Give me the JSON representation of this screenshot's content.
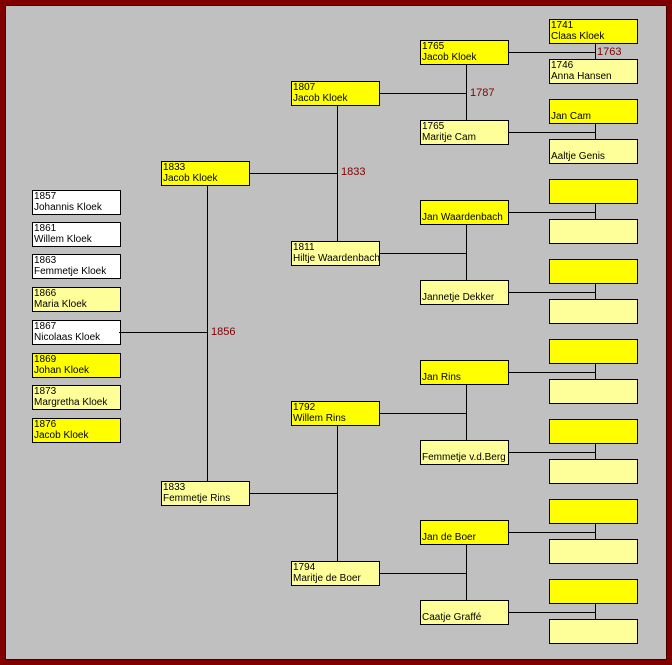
{
  "colors": {
    "male": "#ffff00",
    "female": "#ffff99",
    "other": "#ffffff",
    "marriage_year": "#800000",
    "frame": "#800000",
    "background": "#c0c0c0"
  },
  "children": [
    {
      "year": "1857",
      "name": "Johannis Kloek",
      "color": "other"
    },
    {
      "year": "1861",
      "name": "Willem Kloek",
      "color": "other"
    },
    {
      "year": "1863",
      "name": "Femmetje Kloek",
      "color": "other"
    },
    {
      "year": "1866",
      "name": "Maria Kloek",
      "color": "female"
    },
    {
      "year": "1867",
      "name": "Nicolaas Kloek",
      "color": "other"
    },
    {
      "year": "1869",
      "name": "Johan Kloek",
      "color": "male"
    },
    {
      "year": "1873",
      "name": "Margretha Kloek",
      "color": "female"
    },
    {
      "year": "1876",
      "name": "Jacob Kloek",
      "color": "male"
    }
  ],
  "parents": [
    {
      "year": "1833",
      "name": "Jacob Kloek",
      "color": "male"
    },
    {
      "year": "1833",
      "name": "Femmetje Rins",
      "color": "female"
    }
  ],
  "grandparents": [
    {
      "year": "1807",
      "name": "Jacob Kloek",
      "color": "male"
    },
    {
      "year": "1811",
      "name": "Hiltje Waardenbach",
      "color": "female"
    },
    {
      "year": "1792",
      "name": "Willem Rins",
      "color": "male"
    },
    {
      "year": "1794",
      "name": "Maritje de Boer",
      "color": "female"
    }
  ],
  "great_grandparents": [
    {
      "year": "1765",
      "name": "Jacob Kloek",
      "color": "male"
    },
    {
      "year": "1765",
      "name": "Maritje Cam",
      "color": "female"
    },
    {
      "year": "",
      "name": "Jan Waardenbach",
      "color": "male"
    },
    {
      "year": "",
      "name": "Jannetje Dekker",
      "color": "female"
    },
    {
      "year": "",
      "name": "Jan Rins",
      "color": "male"
    },
    {
      "year": "",
      "name": "Femmetje v.d.Berg",
      "color": "female"
    },
    {
      "year": "",
      "name": "Jan de Boer",
      "color": "male"
    },
    {
      "year": "",
      "name": "Caatje Graffé",
      "color": "female"
    }
  ],
  "great_great_grandparents": [
    {
      "year": "1741",
      "name": "Claas Kloek",
      "color": "male"
    },
    {
      "year": "1746",
      "name": "Anna Hansen",
      "color": "female"
    },
    {
      "year": "",
      "name": "Jan Cam",
      "color": "male"
    },
    {
      "year": "",
      "name": "Aaltje Genis",
      "color": "female"
    },
    {
      "year": "",
      "name": "",
      "color": "male"
    },
    {
      "year": "",
      "name": "",
      "color": "female"
    },
    {
      "year": "",
      "name": "",
      "color": "male"
    },
    {
      "year": "",
      "name": "",
      "color": "female"
    },
    {
      "year": "",
      "name": "",
      "color": "male"
    },
    {
      "year": "",
      "name": "",
      "color": "female"
    },
    {
      "year": "",
      "name": "",
      "color": "male"
    },
    {
      "year": "",
      "name": "",
      "color": "female"
    },
    {
      "year": "",
      "name": "",
      "color": "male"
    },
    {
      "year": "",
      "name": "",
      "color": "female"
    },
    {
      "year": "",
      "name": "",
      "color": "male"
    },
    {
      "year": "",
      "name": "",
      "color": "female"
    }
  ],
  "marriages": {
    "parents": "1856",
    "grandparents_kloek": "1833",
    "great_grandparents_kloek": "1787",
    "great_great_grandparents_kloek": "1763"
  }
}
